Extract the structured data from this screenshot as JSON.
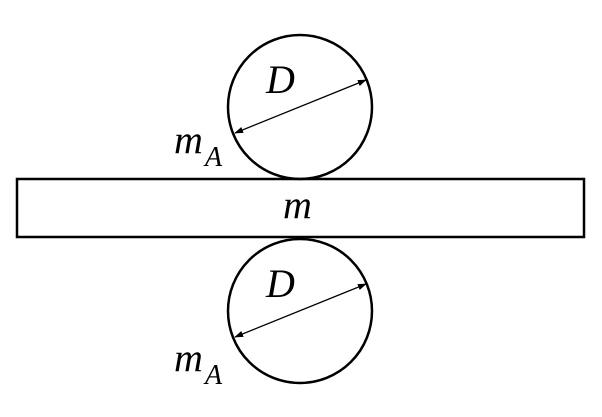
{
  "diagram": {
    "top_roller": {
      "diameter_label": "D",
      "mass_label": "m",
      "mass_subscript": "A"
    },
    "plate": {
      "mass_label": "m"
    },
    "bottom_roller": {
      "diameter_label": "D",
      "mass_label": "m",
      "mass_subscript": "A"
    }
  }
}
